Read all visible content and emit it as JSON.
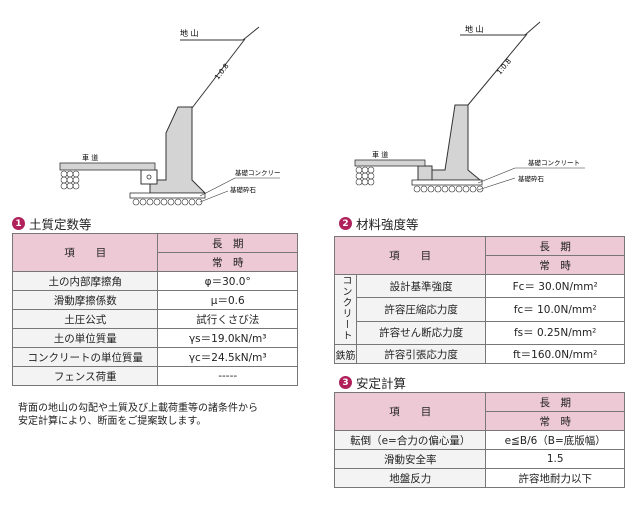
{
  "figures": {
    "left": {
      "ground": "地 山",
      "slope": "1:0.8",
      "road": "車 道",
      "concrete": "基礎コンクリート",
      "gravel": "基礎砕石"
    },
    "right": {
      "ground": "地 山",
      "slope": "1:0.8",
      "road": "車 道",
      "concrete": "基礎コンクリート",
      "gravel": "基礎砕石"
    }
  },
  "soil": {
    "num": "1",
    "title": "土質定数等",
    "header": {
      "item": "項　　目",
      "long": "長　期",
      "normal": "常　時"
    },
    "rows": [
      {
        "label": "土の内部摩擦角",
        "value": "φ＝30.0°"
      },
      {
        "label": "滑動摩擦係数",
        "value": "μ＝0.6"
      },
      {
        "label": "土圧公式",
        "value": "試行くさび法"
      },
      {
        "label": "土の単位質量",
        "value": "γs＝19.0kN/m³"
      },
      {
        "label": "コンクリートの単位質量",
        "value": "γc＝24.5kN/m³"
      },
      {
        "label": "フェンス荷重",
        "value": "-----"
      }
    ],
    "note_line1": "背面の地山の勾配や土質及び上載荷重等の諸条件から",
    "note_line2": "安定計算により、断面をご提案致します。"
  },
  "material": {
    "num": "2",
    "title": "材料強度等",
    "header": {
      "item": "項　　目",
      "long": "長　期",
      "normal": "常　時"
    },
    "group_concrete": "コンクリート",
    "group_rebar": "鉄筋",
    "rows": [
      {
        "label": "設計基準強度",
        "value": "Fc＝ 30.0N/mm²"
      },
      {
        "label": "許容圧縮応力度",
        "value": "fc＝ 10.0N/mm²"
      },
      {
        "label": "許容せん断応力度",
        "value": "fs＝ 0.25N/mm²"
      },
      {
        "label": "許容引張応力度",
        "value": "ft＝160.0N/mm²"
      }
    ]
  },
  "stability": {
    "num": "3",
    "title": "安定計算",
    "header": {
      "item": "項　　目",
      "long": "長　期",
      "normal": "常　時"
    },
    "rows": [
      {
        "label": "転倒（e=合力の偏心量）",
        "value": "e≦B/6（B=底版幅）"
      },
      {
        "label": "滑動安全率",
        "value": "1.5"
      },
      {
        "label": "地盤反力",
        "value": "許容地耐力以下"
      }
    ]
  }
}
